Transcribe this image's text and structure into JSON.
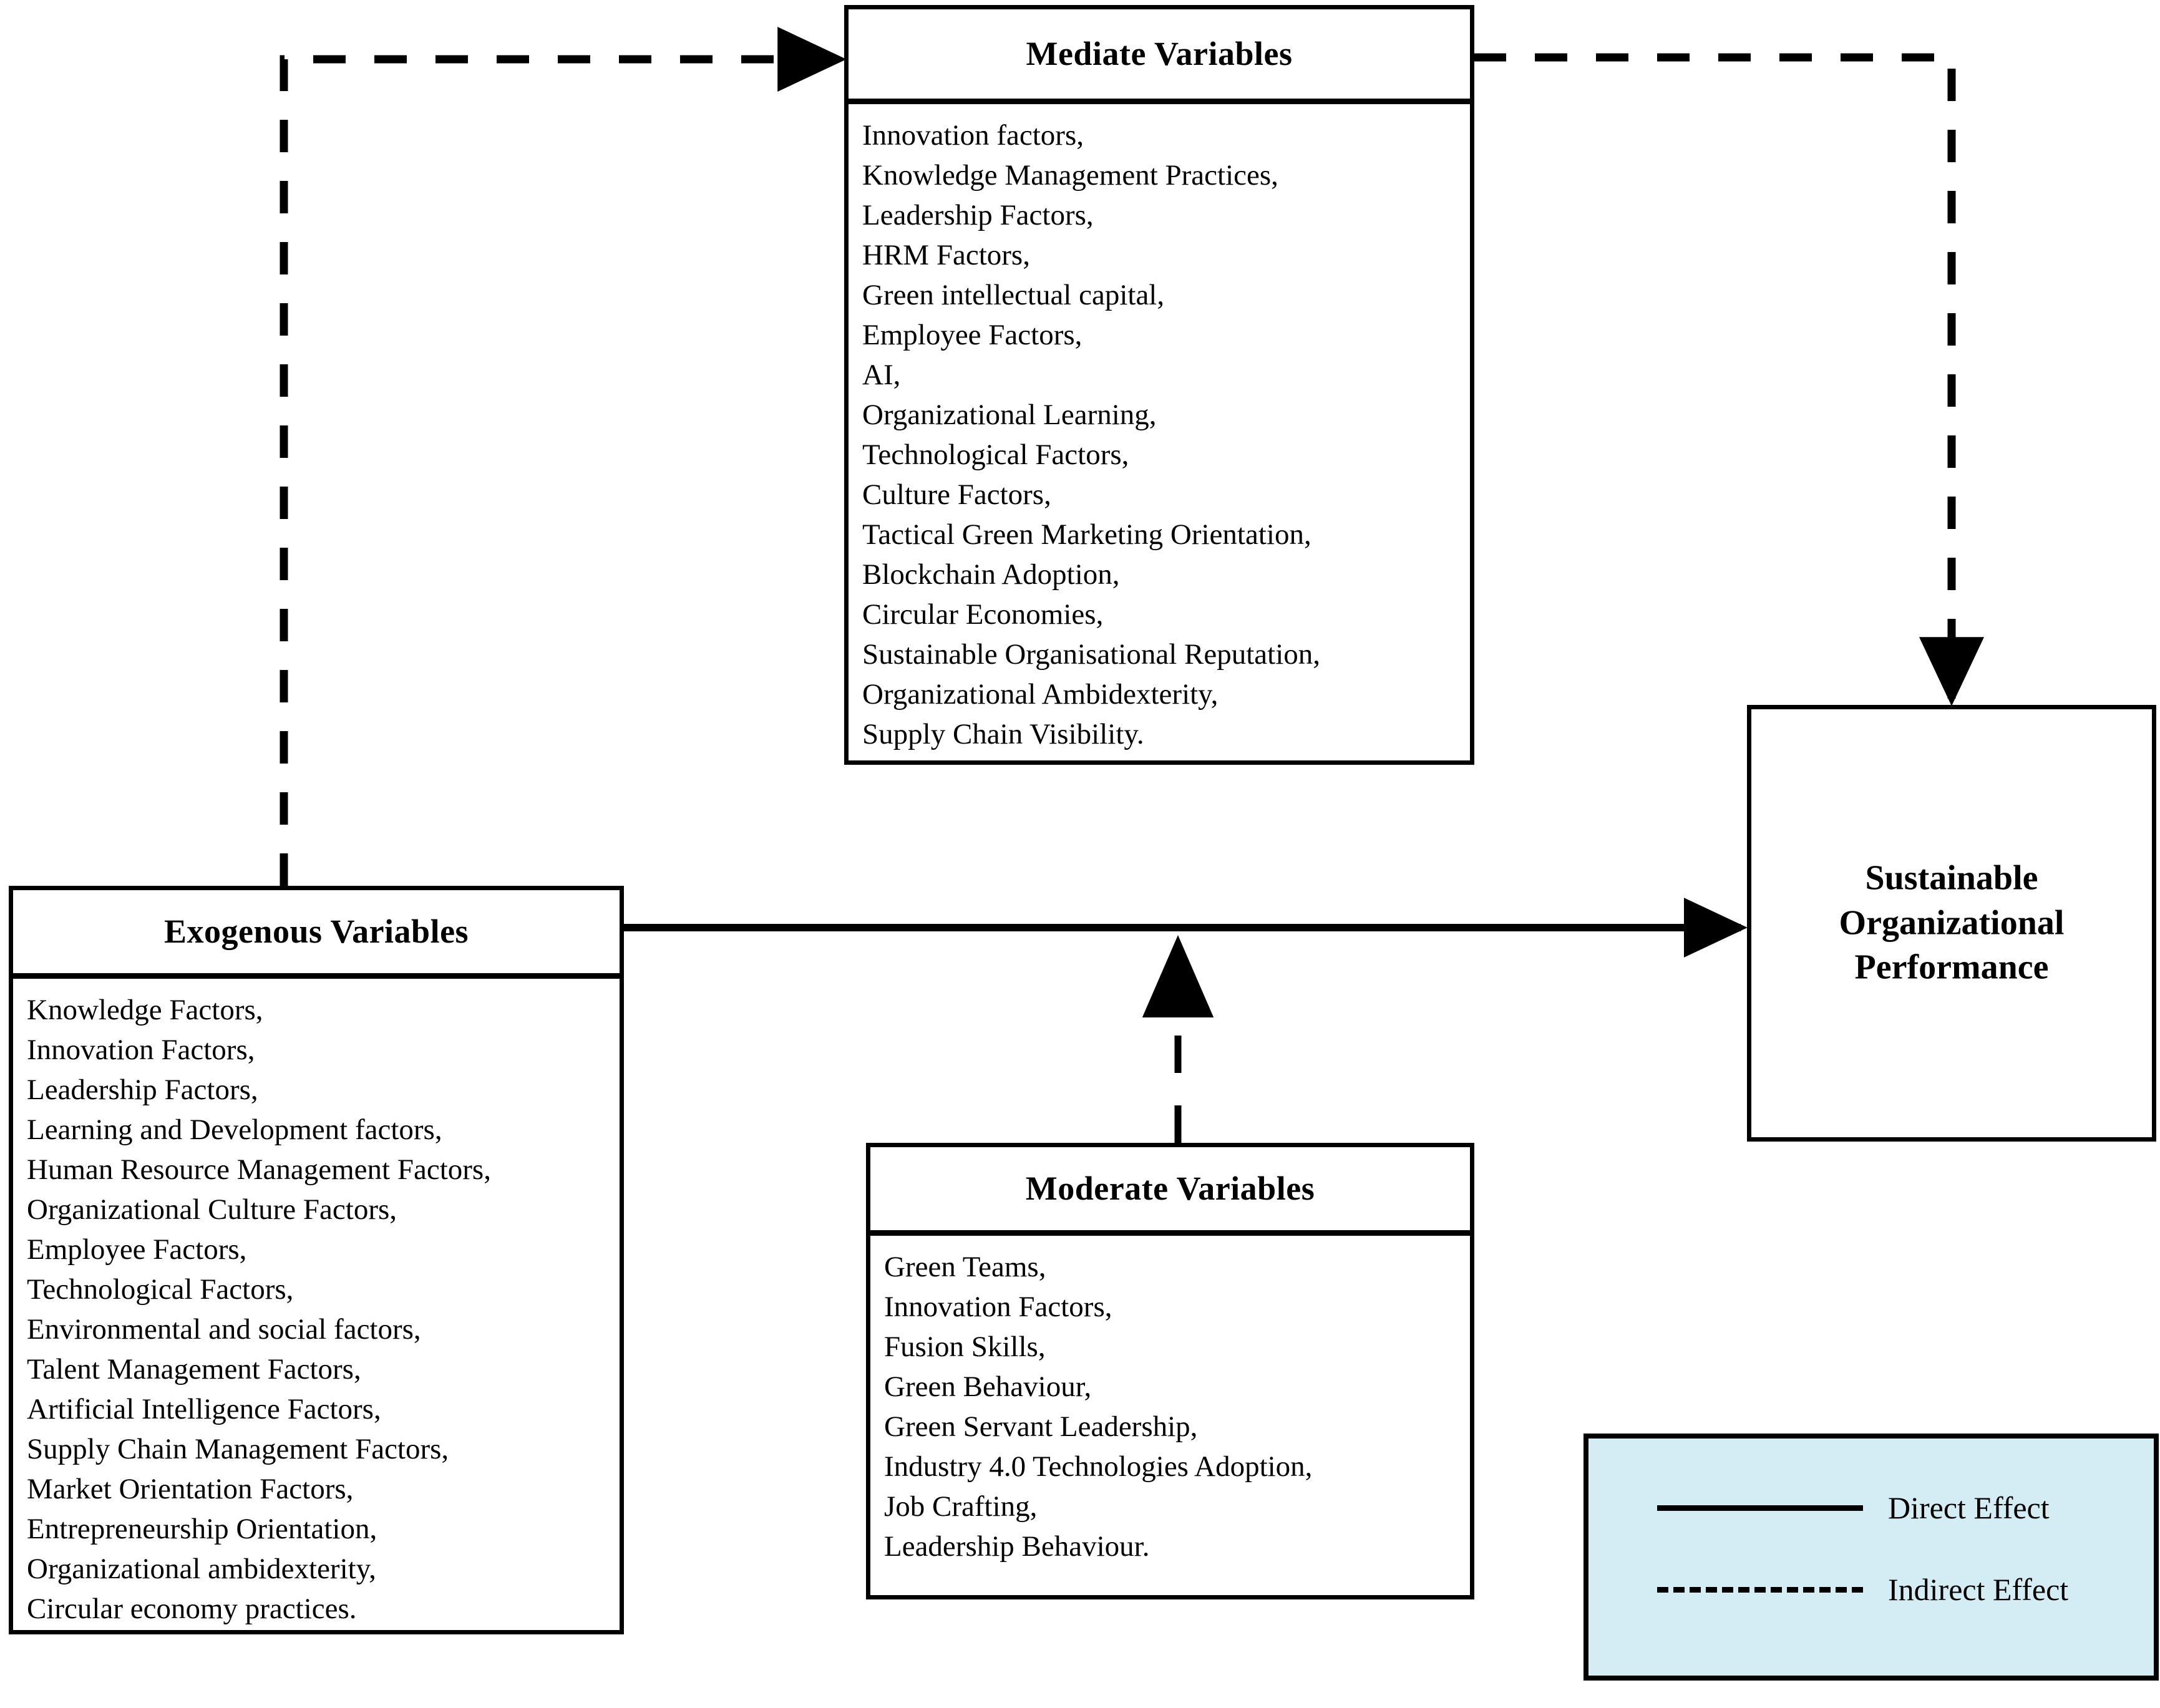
{
  "diagram": {
    "title_font_style": "serif-bold",
    "colors": {
      "stroke": "#000000",
      "legend_background": "#d4edf4",
      "page_background": "#ffffff"
    }
  },
  "mediate": {
    "title": "Mediate Variables",
    "items": [
      "Innovation factors,",
      "Knowledge Management Practices,",
      "Leadership Factors,",
      "HRM Factors,",
      "Green intellectual capital,",
      "Employee Factors,",
      "AI,",
      "Organizational Learning,",
      "Technological Factors,",
      "Culture Factors,",
      "Tactical Green Marketing Orientation,",
      "Blockchain Adoption,",
      "Circular Economies,",
      "Sustainable Organisational Reputation,",
      "Organizational Ambidexterity,",
      "Supply Chain Visibility."
    ]
  },
  "exogenous": {
    "title": "Exogenous Variables",
    "items": [
      "Knowledge Factors,",
      "Innovation Factors,",
      "Leadership Factors,",
      "Learning and Development factors,",
      "Human Resource Management Factors,",
      "Organizational Culture Factors,",
      "Employee Factors,",
      "Technological Factors,",
      "Environmental and social factors,",
      "Talent Management Factors,",
      "Artificial Intelligence Factors,",
      "Supply Chain Management Factors,",
      "Market Orientation Factors,",
      "Entrepreneurship Orientation,",
      "Organizational ambidexterity,",
      "Circular economy practices."
    ]
  },
  "moderate": {
    "title": "Moderate Variables",
    "items": [
      "Green Teams,",
      "Innovation Factors,",
      "Fusion Skills,",
      "Green Behaviour,",
      "Green Servant Leadership,",
      "Industry 4.0 Technologies Adoption,",
      "Job Crafting,",
      "Leadership Behaviour."
    ]
  },
  "outcome": {
    "title_line1": "Sustainable",
    "title_line2": "Organizational",
    "title_line3": "Performance"
  },
  "legend": {
    "direct_label": "Direct Effect",
    "indirect_label": "Indirect Effect"
  },
  "connections": [
    {
      "name": "exogenous-to-mediate",
      "style": "dashed",
      "from": "Exogenous Variables",
      "to": "Mediate Variables"
    },
    {
      "name": "mediate-to-outcome",
      "style": "dashed",
      "from": "Mediate Variables",
      "to": "Sustainable Organizational Performance"
    },
    {
      "name": "exogenous-to-outcome",
      "style": "solid",
      "from": "Exogenous Variables",
      "to": "Sustainable Organizational Performance"
    },
    {
      "name": "moderate-to-path",
      "style": "dashed",
      "from": "Moderate Variables",
      "to": "Direct Effect Path"
    }
  ]
}
